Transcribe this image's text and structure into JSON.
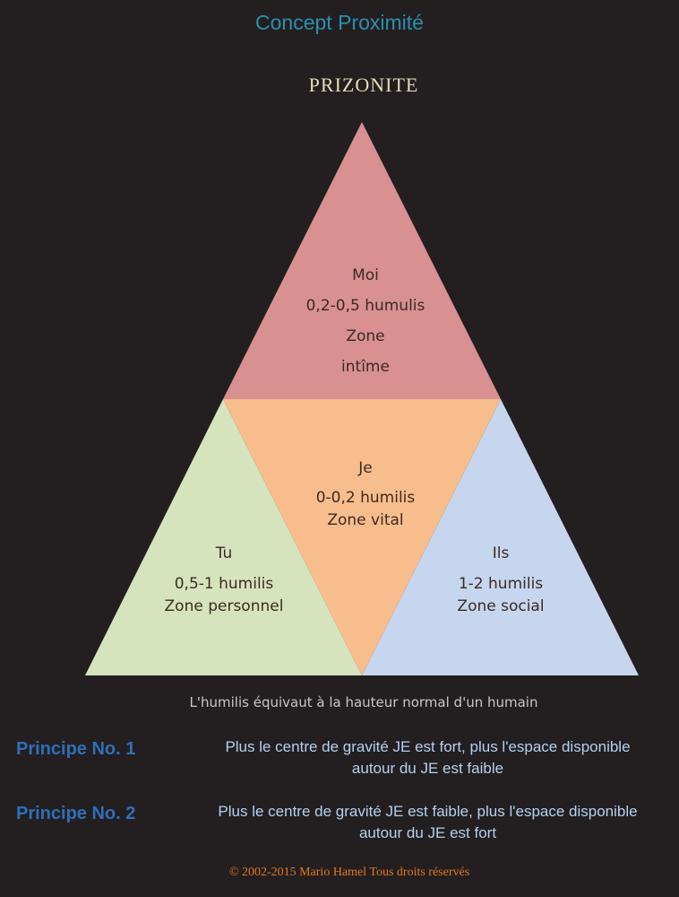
{
  "title": "Concept Proximité",
  "subtitle": "PRIZONITE",
  "zones": {
    "moi": {
      "name": "Moi",
      "range": "0,2-0,5 humulis",
      "line1": "Zone",
      "line2": "intîme",
      "color": "#d89090"
    },
    "je": {
      "name": "Je",
      "range": "0-0,2 humilis",
      "zone": "Zone vital",
      "color": "#f8bd8c"
    },
    "tu": {
      "name": "Tu",
      "range": "0,5-1 humilis",
      "zone": "Zone personnel",
      "color": "#d6e4bd"
    },
    "ils": {
      "name": "Ils",
      "range": "1-2 humilis",
      "zone": "Zone social",
      "color": "#c6d6ee"
    }
  },
  "footnote": "L'humilis équivaut à la hauteur normal d'un humain",
  "principles": [
    {
      "label": "Principe No. 1",
      "line1": "Plus le centre de gravité JE est fort, plus l'espace disponible",
      "line2": "autour du JE est faible"
    },
    {
      "label": "Principe No. 2",
      "line1": "Plus le centre de gravité JE est faible, plus l'espace disponible",
      "line2": "autour du JE est fort"
    }
  ],
  "copyright": "© 2002-2015 Mario Hamel Tous droits réservés",
  "colors": {
    "background": "#231f20",
    "title": "#2a8fb0",
    "subtitle": "#e6dcb4",
    "footnote": "#c8c8c8",
    "principle_label": "#2f6fb8",
    "principle_text": "#b4d0f0",
    "copyright": "#e07820"
  }
}
